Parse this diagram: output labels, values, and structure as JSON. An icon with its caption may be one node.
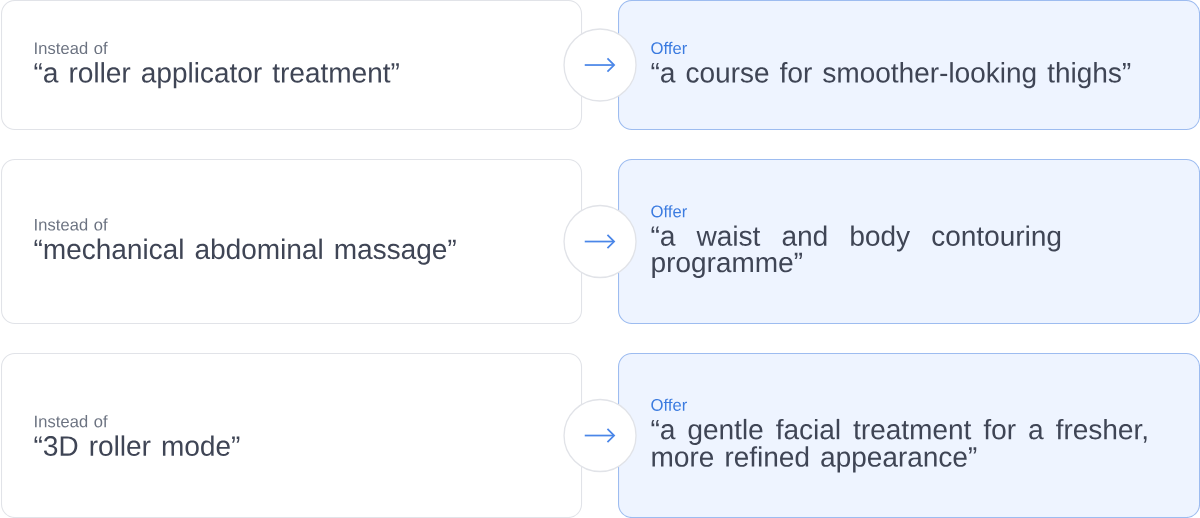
{
  "diagram": {
    "nodes": [
      {
        "text": [
          "Instead of",
          "“a roller applicator treatment”"
        ]
      },
      {
        "text": [
          "Offer",
          "“a course for smoother-looking thighs”"
        ]
      },
      {
        "text": [
          "Instead of",
          "“mechanical abdominal massage”"
        ]
      },
      {
        "text": [
          "Offer",
          "“a waist and body contouring programme”"
        ]
      },
      {
        "text": [
          "Instead of",
          "“3D roller mode”"
        ]
      },
      {
        "text": [
          "Offer",
          "“a gentle facial treatment for a fresher, more refined appearance”"
        ]
      }
    ],
    "edges": [
      {
        "from": 0,
        "to": 1,
        "arrow": "to"
      },
      {
        "from": 2,
        "to": 3,
        "arrow": "to"
      },
      {
        "from": 4,
        "to": 5,
        "arrow": "to"
      }
    ]
  }
}
